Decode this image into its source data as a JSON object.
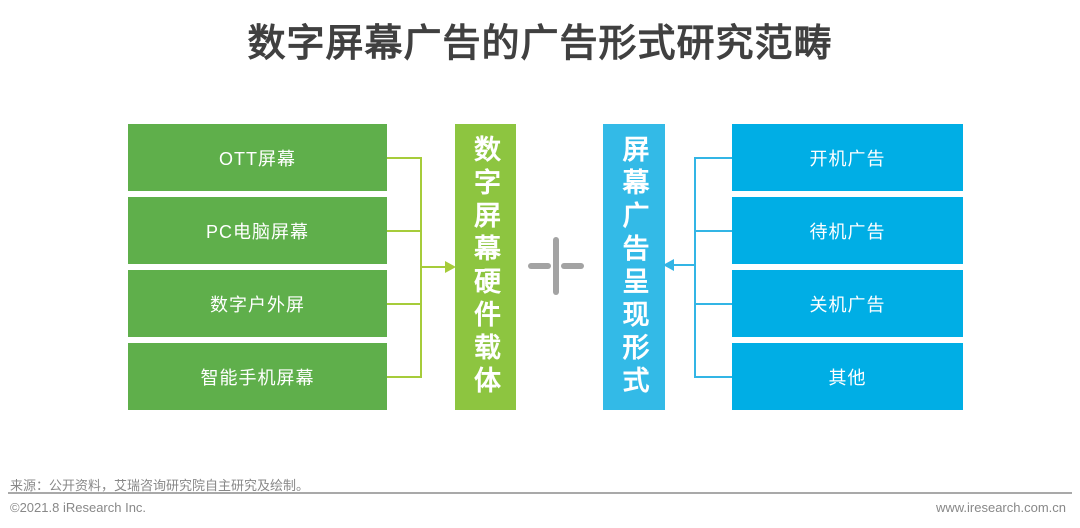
{
  "title": "数字屏幕广告的广告形式研究范畴",
  "left_group": {
    "name": "数字屏幕硬件载体",
    "bar_label": "数字屏幕硬件载体",
    "items": [
      "OTT屏幕",
      "PC电脑屏幕",
      "数字户外屏",
      "智能手机屏幕"
    ],
    "box_color": "#5FAF4B",
    "bar_color": "#8DC540",
    "line_color": "#A6CC3A"
  },
  "center": {
    "plus_symbol": "+",
    "plus_color": "#A3A3A3"
  },
  "right_group": {
    "name": "屏幕广告呈现形式",
    "bar_label": "屏幕广告呈现形式",
    "items": [
      "开机广告",
      "待机广告",
      "关机广告",
      "其他"
    ],
    "box_color": "#00AEE5",
    "bar_color": "#33BAE7",
    "line_color": "#33B5E5"
  },
  "footer": {
    "source": "来源：公开资料，艾瑞咨询研究院自主研究及绘制。",
    "copyright": "©2021.8 iResearch Inc.",
    "website": "www.iresearch.com.cn"
  }
}
